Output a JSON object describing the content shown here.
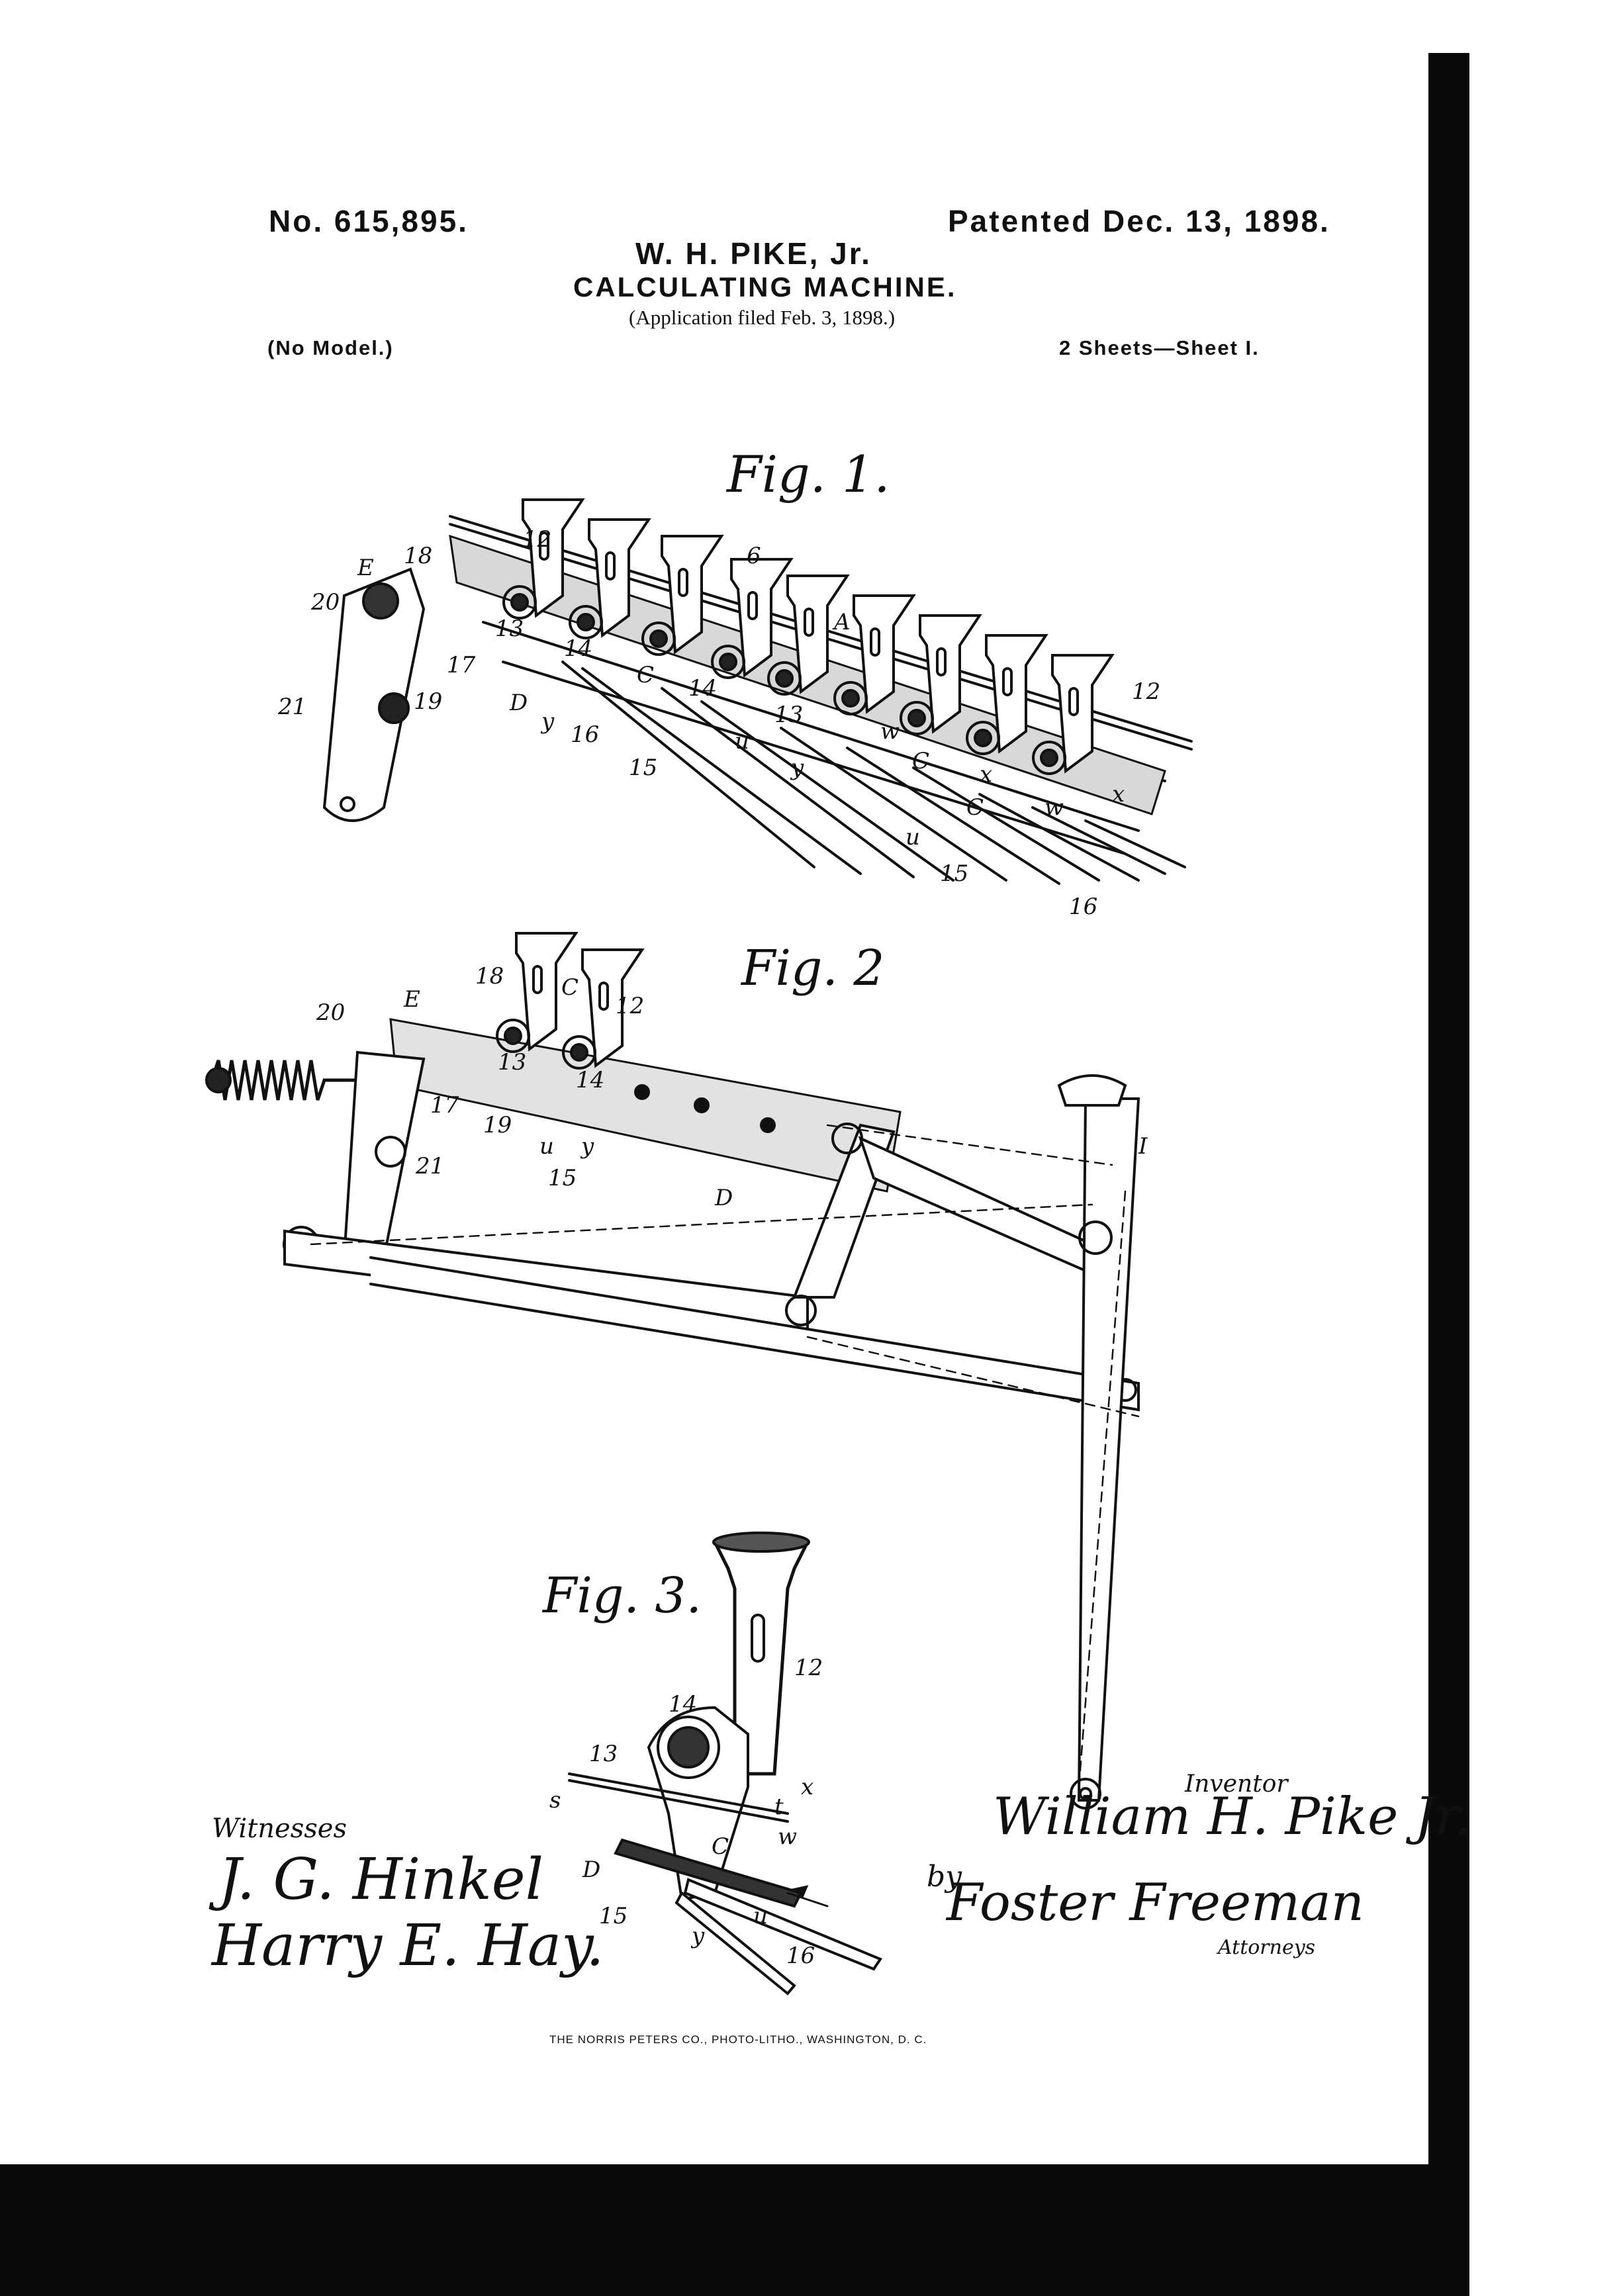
{
  "header": {
    "patent_number": "No. 615,895.",
    "patent_date": "Patented Dec. 13, 1898.",
    "inventor_line": "W. H. PIKE, Jr.",
    "title": "CALCULATING MACHINE.",
    "application": "(Application filed Feb. 3, 1898.)",
    "model": "(No Model.)",
    "sheets": "2 Sheets—Sheet I."
  },
  "figures": [
    {
      "caption": "Fig. 1.",
      "refs": [
        "18",
        "12",
        "6",
        "E",
        "20",
        "A",
        "13",
        "14",
        "17",
        "19",
        "C",
        "14",
        "21",
        "D",
        "y",
        "16",
        "13",
        "w",
        "15",
        "y",
        "u",
        "C",
        "x",
        "12",
        "x",
        "w",
        "C",
        "u",
        "15",
        "16"
      ]
    },
    {
      "caption": "Fig. 2",
      "refs": [
        "18",
        "C",
        "12",
        "E",
        "20",
        "13",
        "14",
        "17",
        "19",
        "u",
        "y",
        "15",
        "21",
        "D",
        "I"
      ]
    },
    {
      "caption": "Fig. 3.",
      "refs": [
        "12",
        "14",
        "13",
        "x",
        "s",
        "t",
        "w",
        "D",
        "C",
        "15",
        "u",
        "y",
        "16"
      ]
    }
  ],
  "signatures": {
    "witnesses_label": "Witnesses",
    "witness_1": "J. G. Hinkel",
    "witness_2": "Harry E. Hay.",
    "inventor_label": "Inventor",
    "inventor": "William H. Pike Jr.",
    "by": "by",
    "attorney": "Foster Freeman",
    "attorneys_label": "Attorneys"
  },
  "footer": "THE NORRIS PETERS CO., PHOTO-LITHO., WASHINGTON, D. C."
}
